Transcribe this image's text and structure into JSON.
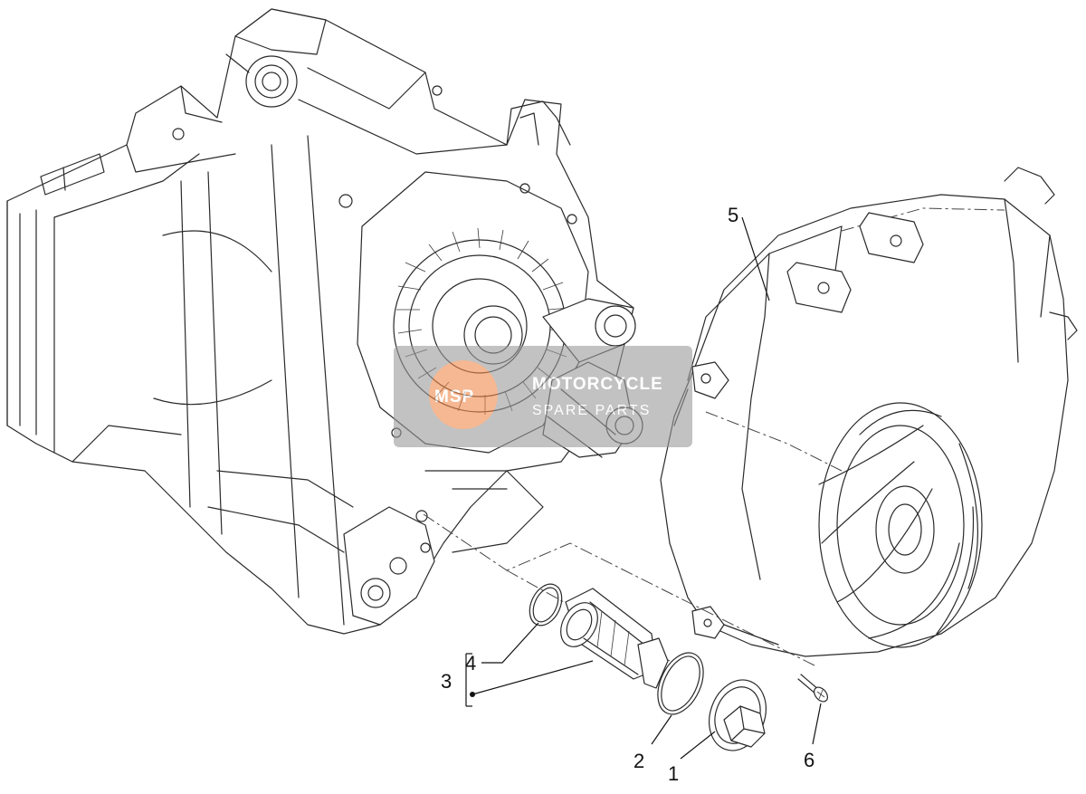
{
  "diagram": {
    "callouts": [
      {
        "id": "part-1",
        "label": "1"
      },
      {
        "id": "part-2",
        "label": "2"
      },
      {
        "id": "part-3",
        "label": "3"
      },
      {
        "id": "part-4",
        "label": "4"
      },
      {
        "id": "part-5",
        "label": "5"
      },
      {
        "id": "part-6",
        "label": "6"
      }
    ]
  },
  "watermark": {
    "title": "MOTORCYCLE",
    "subtitle": "SPARE PARTS",
    "logo_letters": "MSP"
  },
  "colors": {
    "line": "#2a2a2a",
    "watermark_bg": "#9a9a9a",
    "watermark_accent": "#f08a4b"
  }
}
